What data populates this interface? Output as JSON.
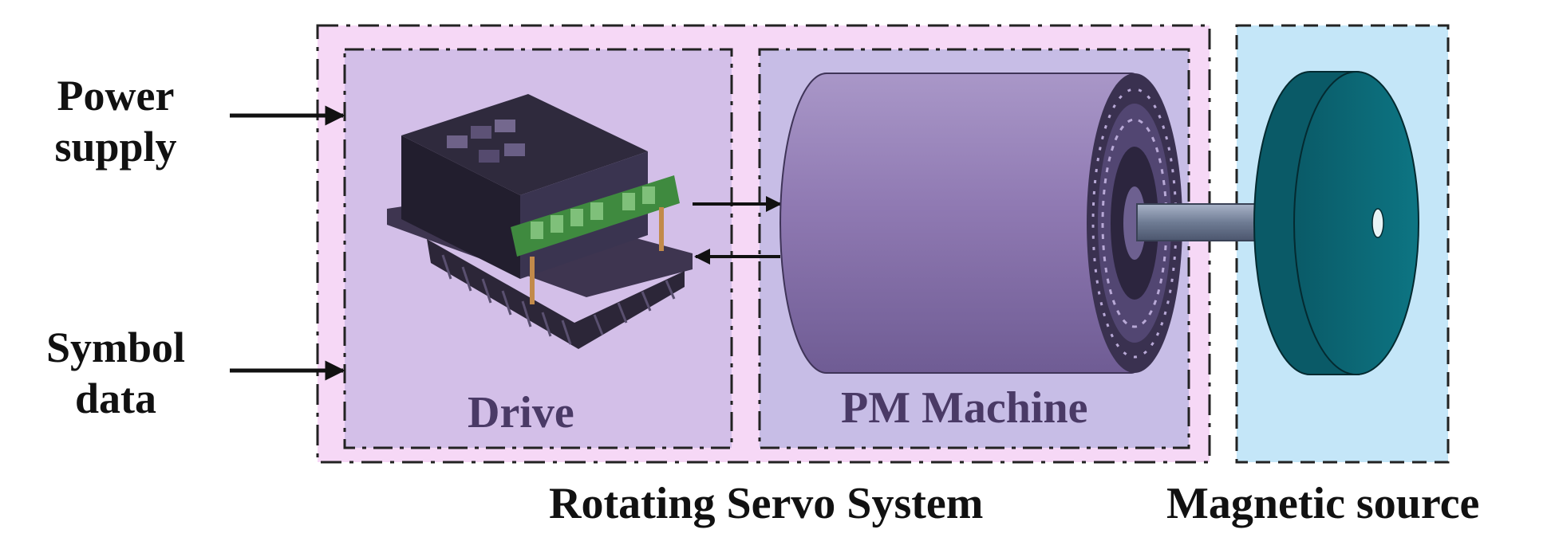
{
  "inputs": {
    "power": {
      "line1": "Power",
      "line2": "supply"
    },
    "symbol": {
      "line1": "Symbol",
      "line2": "data"
    }
  },
  "blocks": {
    "drive": {
      "label": "Drive"
    },
    "pm_machine": {
      "label": "PM Machine"
    }
  },
  "captions": {
    "servo_system": "Rotating Servo System",
    "magnetic_source": "Magnetic source"
  },
  "colors": {
    "servo_system_fill": "#f6d8f6",
    "drive_fill": "#d3bfe8",
    "machine_fill": "#c7bde6",
    "magnetic_fill": "#c4e6f8",
    "disc": "#0b6a78",
    "motor_body": "#8f79b2",
    "label_purple": "#4a3a66"
  }
}
